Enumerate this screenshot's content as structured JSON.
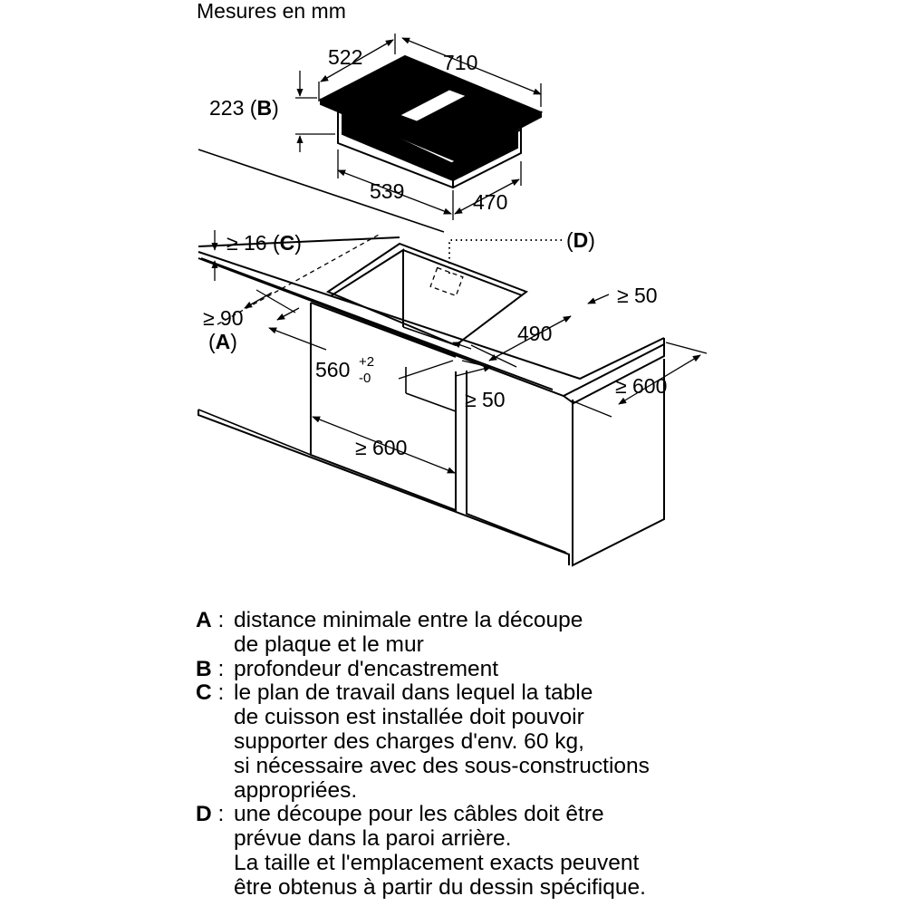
{
  "header": {
    "units_label": "Mesures en mm"
  },
  "hob": {
    "depth": "522",
    "width": "710",
    "installation_depth": "223",
    "installation_depth_ref": "B",
    "base_width": "539",
    "base_depth": "470"
  },
  "worktop": {
    "min_thickness_symbol": "≥ 16",
    "min_thickness_ref": "C",
    "wall_distance": "≥ 90",
    "wall_distance_ref": "A",
    "cutout_width": "560",
    "cutout_tolerance_plus": "+2",
    "cutout_tolerance_minus": "-0",
    "cutout_depth": "490",
    "back_clearance": "≥ 50",
    "side_clearance": "≥ 50",
    "worktop_depth": "≥ 600",
    "cabinet_width": "≥ 600",
    "cable_opening_ref": "D"
  },
  "legend": {
    "separator": ":",
    "items": [
      {
        "key": "A",
        "lines": [
          "distance minimale entre la découpe",
          "de plaque et le mur"
        ]
      },
      {
        "key": "B",
        "lines": [
          "profondeur d'encastrement"
        ]
      },
      {
        "key": "C",
        "lines": [
          "le plan de travail dans lequel la table",
          "de cuisson est installée doit pouvoir",
          "supporter des charges d'env. 60 kg,",
          "si nécessaire avec des sous-constructions",
          "appropriées."
        ]
      },
      {
        "key": "D",
        "lines": [
          "une découpe pour les câbles doit être",
          "prévue dans la paroi arrière.",
          "La taille et l'emplacement exacts peuvent",
          "être obtenus à partir du dessin spécifique."
        ]
      }
    ]
  }
}
